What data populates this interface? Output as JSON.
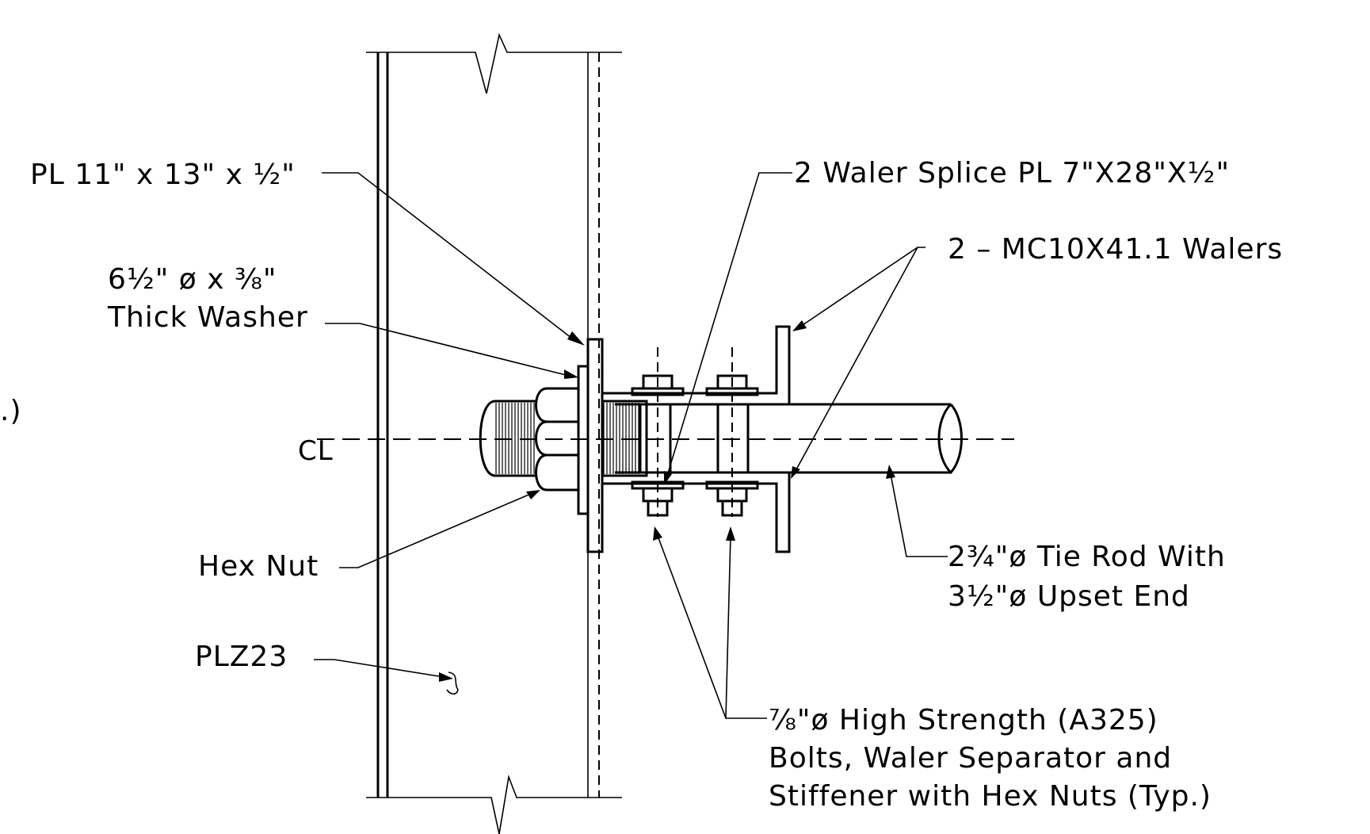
{
  "labels": {
    "plate": "PL 11\" x 13\" x ½\"",
    "washer_line1": "6½\" ø x ⅜\"",
    "washer_line2": "Thick Washer",
    "hex_nut": "Hex Nut",
    "sheet_pile": "PLZ23",
    "splice_plate": "2 Waler Splice PL 7\"X28\"X½\"",
    "walers": "2 – MC10X41.1 Walers",
    "tie_rod_line1": "2¾\"ø Tie Rod With",
    "tie_rod_line2": "3½\"ø Upset End",
    "bolts_line1": "⅞\"ø High Strength (A325)",
    "bolts_line2": "Bolts, Waler Separator and",
    "bolts_line3": "Stiffener with Hex Nuts (Typ.)",
    "centerline": "CL",
    "edge_fragment": ".)"
  }
}
